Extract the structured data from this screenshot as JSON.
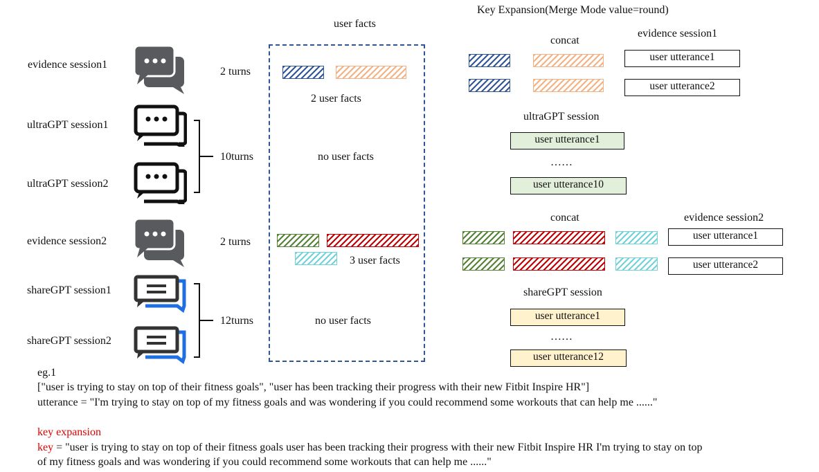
{
  "left_labels": {
    "evidence1": "evidence session1",
    "ultra1": "ultraGPT session1",
    "ultra2": "ultraGPT session2",
    "evidence2": "evidence session2",
    "share1": "shareGPT session1",
    "share2": "shareGPT session2"
  },
  "turns": {
    "evidence1": "2 turns",
    "ultra": "10turns",
    "evidence2": "2 turns",
    "share": "12turns"
  },
  "middle": {
    "title": "user facts",
    "facts2": "2 user facts",
    "none1": "no user facts",
    "facts3": "3 user facts",
    "none2": "no user facts"
  },
  "right": {
    "title": "Key Expansion(Merge Mode value=round)",
    "concat1": "concat",
    "evidence1_header": "evidence session1",
    "e1_u1": "user utterance1",
    "e1_u2": "user utterance2",
    "ultra_header": "ultraGPT session",
    "ultra_u1": "user utterance1",
    "ultra_dots": "……",
    "ultra_u10": "user utterance10",
    "concat2": "concat",
    "evidence2_header": "evidence session2",
    "e2_u1": "user utterance1",
    "e2_u2": "user utterance2",
    "share_header": "shareGPT session",
    "share_u1": "user utterance1",
    "share_dots": "……",
    "share_u12": "user utterance12"
  },
  "example": {
    "label": "eg.1",
    "facts_line": "[\"user is trying to stay on top of their fitness goals\", \"user has been tracking their progress with their new Fitbit Inspire HR\"]",
    "utterance_line": "utterance = \"I'm trying to stay on top of my fitness goals and was wondering if you could recommend some workouts that can help me ......\"",
    "key_expansion_label": "key expansion",
    "key_word": "key",
    "key_line1_rest": " = \"user is trying to stay on top of their fitness goals user has been tracking their progress with their new Fitbit Inspire HR I'm trying to stay on top",
    "key_line2": "of my fitness goals and was wondering if you could recommend some workouts that can help me ......\""
  },
  "colors": {
    "blue": "#2f5597",
    "orange": "#f4b183",
    "green": "#548235",
    "red": "#c00000",
    "cyan": "#71d2d9",
    "ultra_fill": "#e2efda",
    "share_fill": "#fff2cc",
    "accent_red": "#e00000",
    "chat_gray": "#595a5e",
    "share_blue": "#1f6fe0"
  },
  "icons": [
    "chat-gray-icon",
    "chat-outline-icon",
    "chat-outline-icon",
    "chat-gray-icon",
    "message-lines-icon",
    "message-lines-icon"
  ]
}
